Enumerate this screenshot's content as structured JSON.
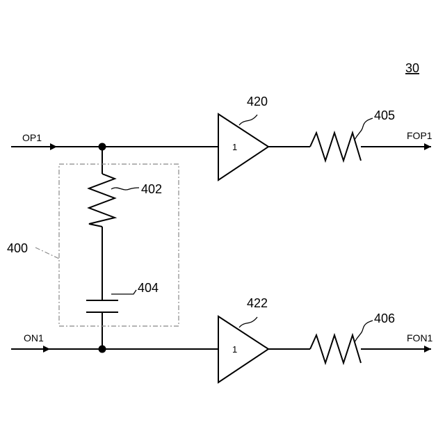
{
  "figure_ref": "30",
  "inputs": {
    "top": "OP1",
    "bottom": "ON1"
  },
  "outputs": {
    "top": "FOP1",
    "bottom": "FON1"
  },
  "ref_labels": {
    "filter_block": "400",
    "resistor_shunt": "402",
    "capacitor": "404",
    "resistor_top_out": "405",
    "resistor_bottom_out": "406",
    "buffer_top": "420",
    "buffer_bottom": "422"
  },
  "buffers": {
    "top_gain": "1",
    "bottom_gain": "1"
  }
}
